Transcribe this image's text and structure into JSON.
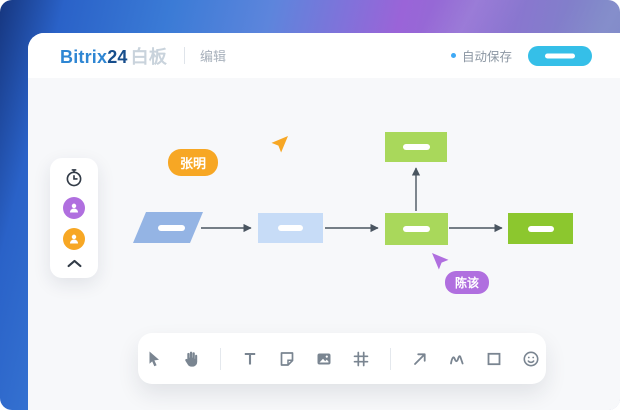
{
  "header": {
    "logo": {
      "brand": "Bitrix",
      "brand_suffix": "24",
      "product": "白板"
    },
    "menu": {
      "edit": "编辑"
    },
    "autosave": {
      "label": "自动保存",
      "dot_color": "#3FA9F5"
    },
    "action_button": {
      "label": "",
      "color": "#35BFE8"
    }
  },
  "sidebar": {
    "items": [
      {
        "name": "history",
        "icon": "history-icon"
      },
      {
        "name": "collaborator-purple",
        "icon": "user-icon",
        "color": "#B06FDF"
      },
      {
        "name": "collaborator-orange",
        "icon": "user-icon",
        "color": "#F7A724"
      },
      {
        "name": "collapse",
        "icon": "chevron-up-icon"
      }
    ]
  },
  "collaborators": [
    {
      "name": "张明",
      "color": "#F7A724"
    },
    {
      "name": "陈该",
      "color": "#B06FDF"
    }
  ],
  "flowchart": {
    "nodes": [
      {
        "id": "start",
        "shape": "parallelogram",
        "color": "#94B4E4"
      },
      {
        "id": "step-1",
        "shape": "rect",
        "color": "#C7DCF7"
      },
      {
        "id": "step-2",
        "shape": "rect",
        "color": "#A9D85B"
      },
      {
        "id": "branch-top",
        "shape": "rect",
        "color": "#A9D85B"
      },
      {
        "id": "end",
        "shape": "rect",
        "color": "#8CC72E"
      }
    ],
    "connector_color": "#4A5560"
  },
  "toolbar": {
    "tools": [
      "select",
      "hand",
      "text",
      "sticky-note",
      "image",
      "frame",
      "arrow",
      "pen",
      "shape",
      "emoji"
    ]
  },
  "colors": {
    "canvas_bg": "#F7F8FA",
    "header_bg": "#FFFFFF"
  }
}
